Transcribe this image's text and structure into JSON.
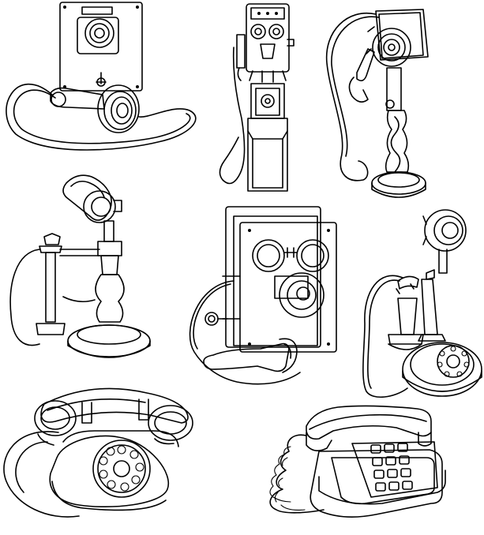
{
  "illustration": {
    "style": "black line art on white",
    "colors": {
      "background": "#ffffff",
      "line": "#000000"
    },
    "items": [
      {
        "id": "wall-phone-square",
        "icon": "wall-mounted-telephone-icon"
      },
      {
        "id": "wall-phone-tall-box",
        "icon": "wall-crank-telephone-icon"
      },
      {
        "id": "candlestick-ornate",
        "icon": "candlestick-telephone-icon"
      },
      {
        "id": "candlestick-classic",
        "icon": "candlestick-telephone-icon"
      },
      {
        "id": "wall-phone-bells",
        "icon": "magneto-wall-telephone-icon"
      },
      {
        "id": "candlestick-dial",
        "icon": "rotary-candlestick-telephone-icon"
      },
      {
        "id": "rotary-desk-phone",
        "icon": "rotary-desk-telephone-icon"
      },
      {
        "id": "push-button-phone",
        "icon": "push-button-telephone-icon"
      }
    ]
  }
}
